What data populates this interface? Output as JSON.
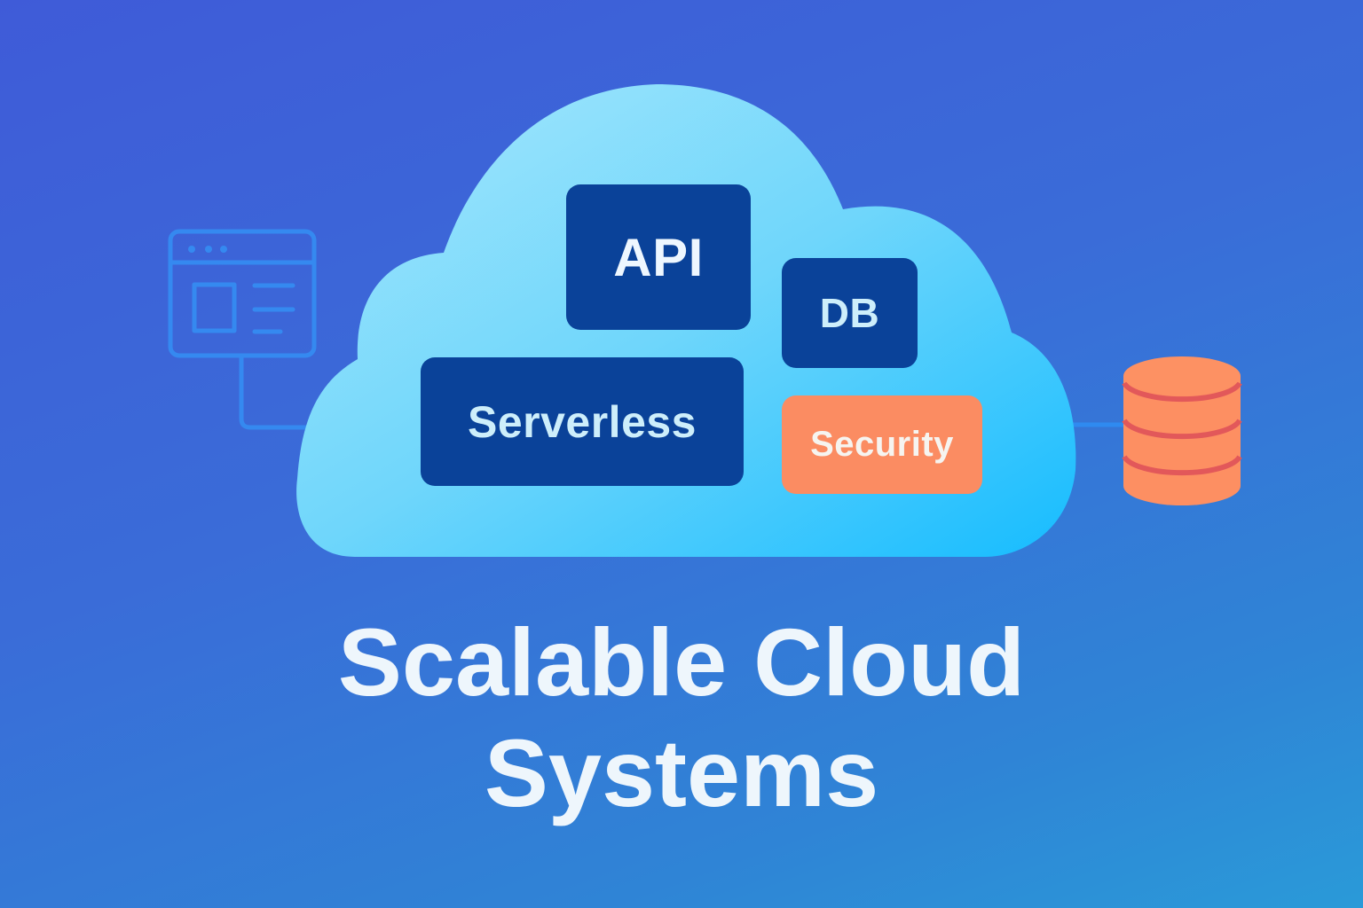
{
  "colors": {
    "background_top_left": "#3f5bd8",
    "background_bottom_right": "#2a9ad8",
    "cloud_light": "#9be4fb",
    "cloud_dark": "#16bcff",
    "box_dark": "#0a4299",
    "box_text": "#cdeefb",
    "security_box": "#fb8c62",
    "database_body": "#fd8f62",
    "database_bands": "#e2585a",
    "line_icons": "#3589f0",
    "title_text": "#eef6fc"
  },
  "icons": {
    "browser": "browser-window-icon",
    "database": "database-cylinder-icon",
    "cloud": "cloud-icon"
  },
  "cloud": {
    "boxes": {
      "api": "API",
      "db": "DB",
      "serverless": "Serverless",
      "security": "Security"
    }
  },
  "title": {
    "line1": "Scalable Cloud",
    "line2": "Systems"
  }
}
